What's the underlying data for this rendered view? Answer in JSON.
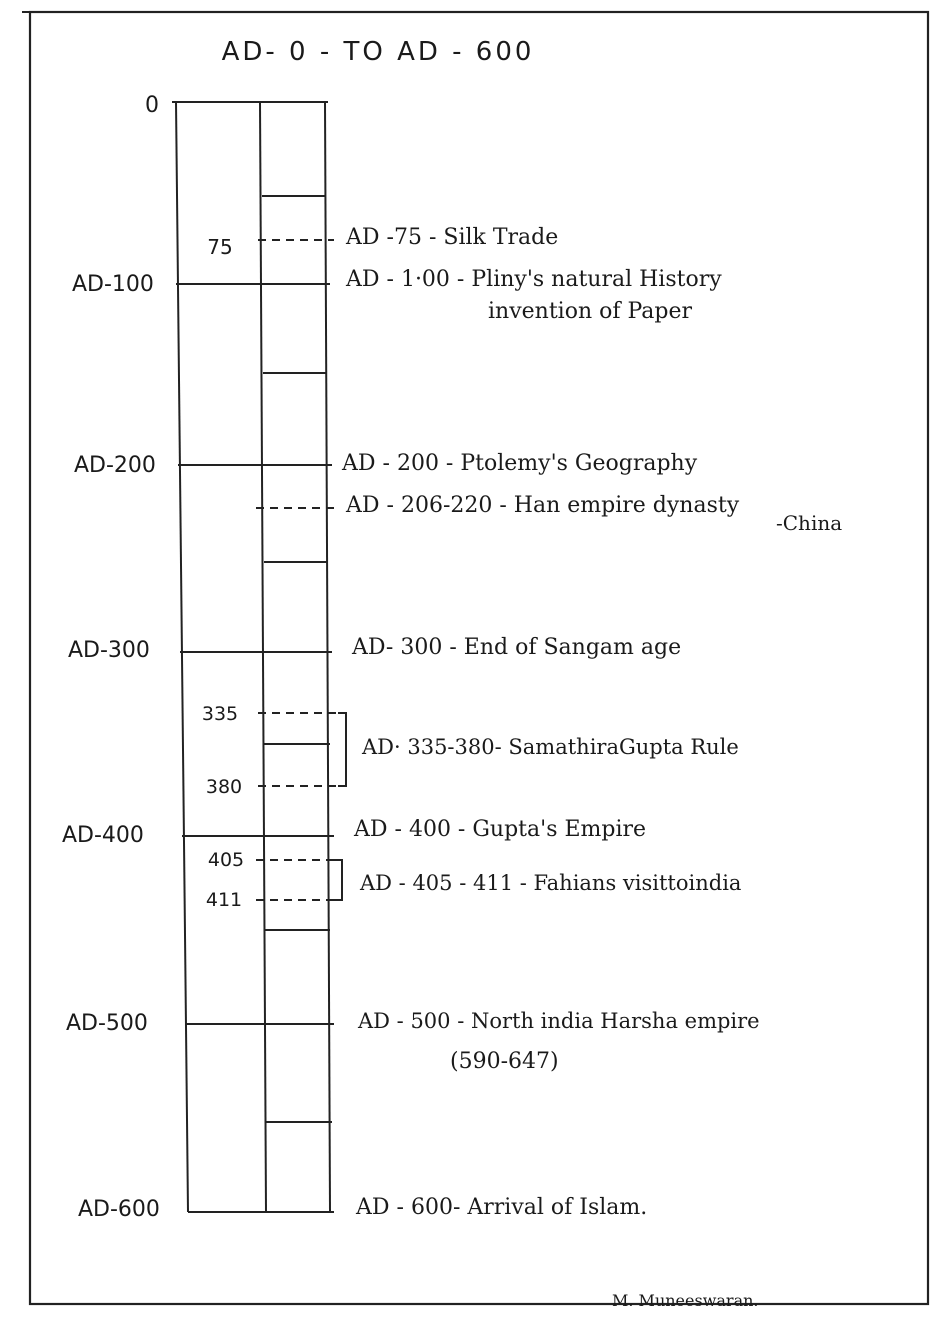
{
  "title": "AD- 0 - TO  AD - 600",
  "start_label": "0",
  "era_labels": [
    "AD-100",
    "AD-200",
    "AD-300",
    "AD-400",
    "AD-500",
    "AD-600"
  ],
  "minor_years": [
    "75",
    "335",
    "380",
    "405",
    "411"
  ],
  "events": [
    {
      "lines": [
        "AD -75 - Silk Trade"
      ]
    },
    {
      "lines": [
        "AD - 1·00 -    Pliny's natural History",
        "invention of Paper"
      ]
    },
    {
      "lines": [
        "AD - 200 - Ptolemy's Geography"
      ]
    },
    {
      "lines": [
        "AD - 206-220 - Han empire dynasty",
        "-China"
      ]
    },
    {
      "lines": [
        "AD- 300 - End of Sangam age"
      ]
    },
    {
      "lines": [
        "AD· 335-380- SamathiraGupta Rule"
      ]
    },
    {
      "lines": [
        "AD - 400 - Gupta's Empire"
      ]
    },
    {
      "lines": [
        "AD - 405 - 411 - Fahians visittoindia"
      ]
    },
    {
      "lines": [
        "AD - 500 - North india Harsha empire",
        "(590-647)"
      ]
    },
    {
      "lines": [
        "AD - 600- Arrival of Islam."
      ]
    }
  ],
  "signature": "M. Muneeswaran."
}
